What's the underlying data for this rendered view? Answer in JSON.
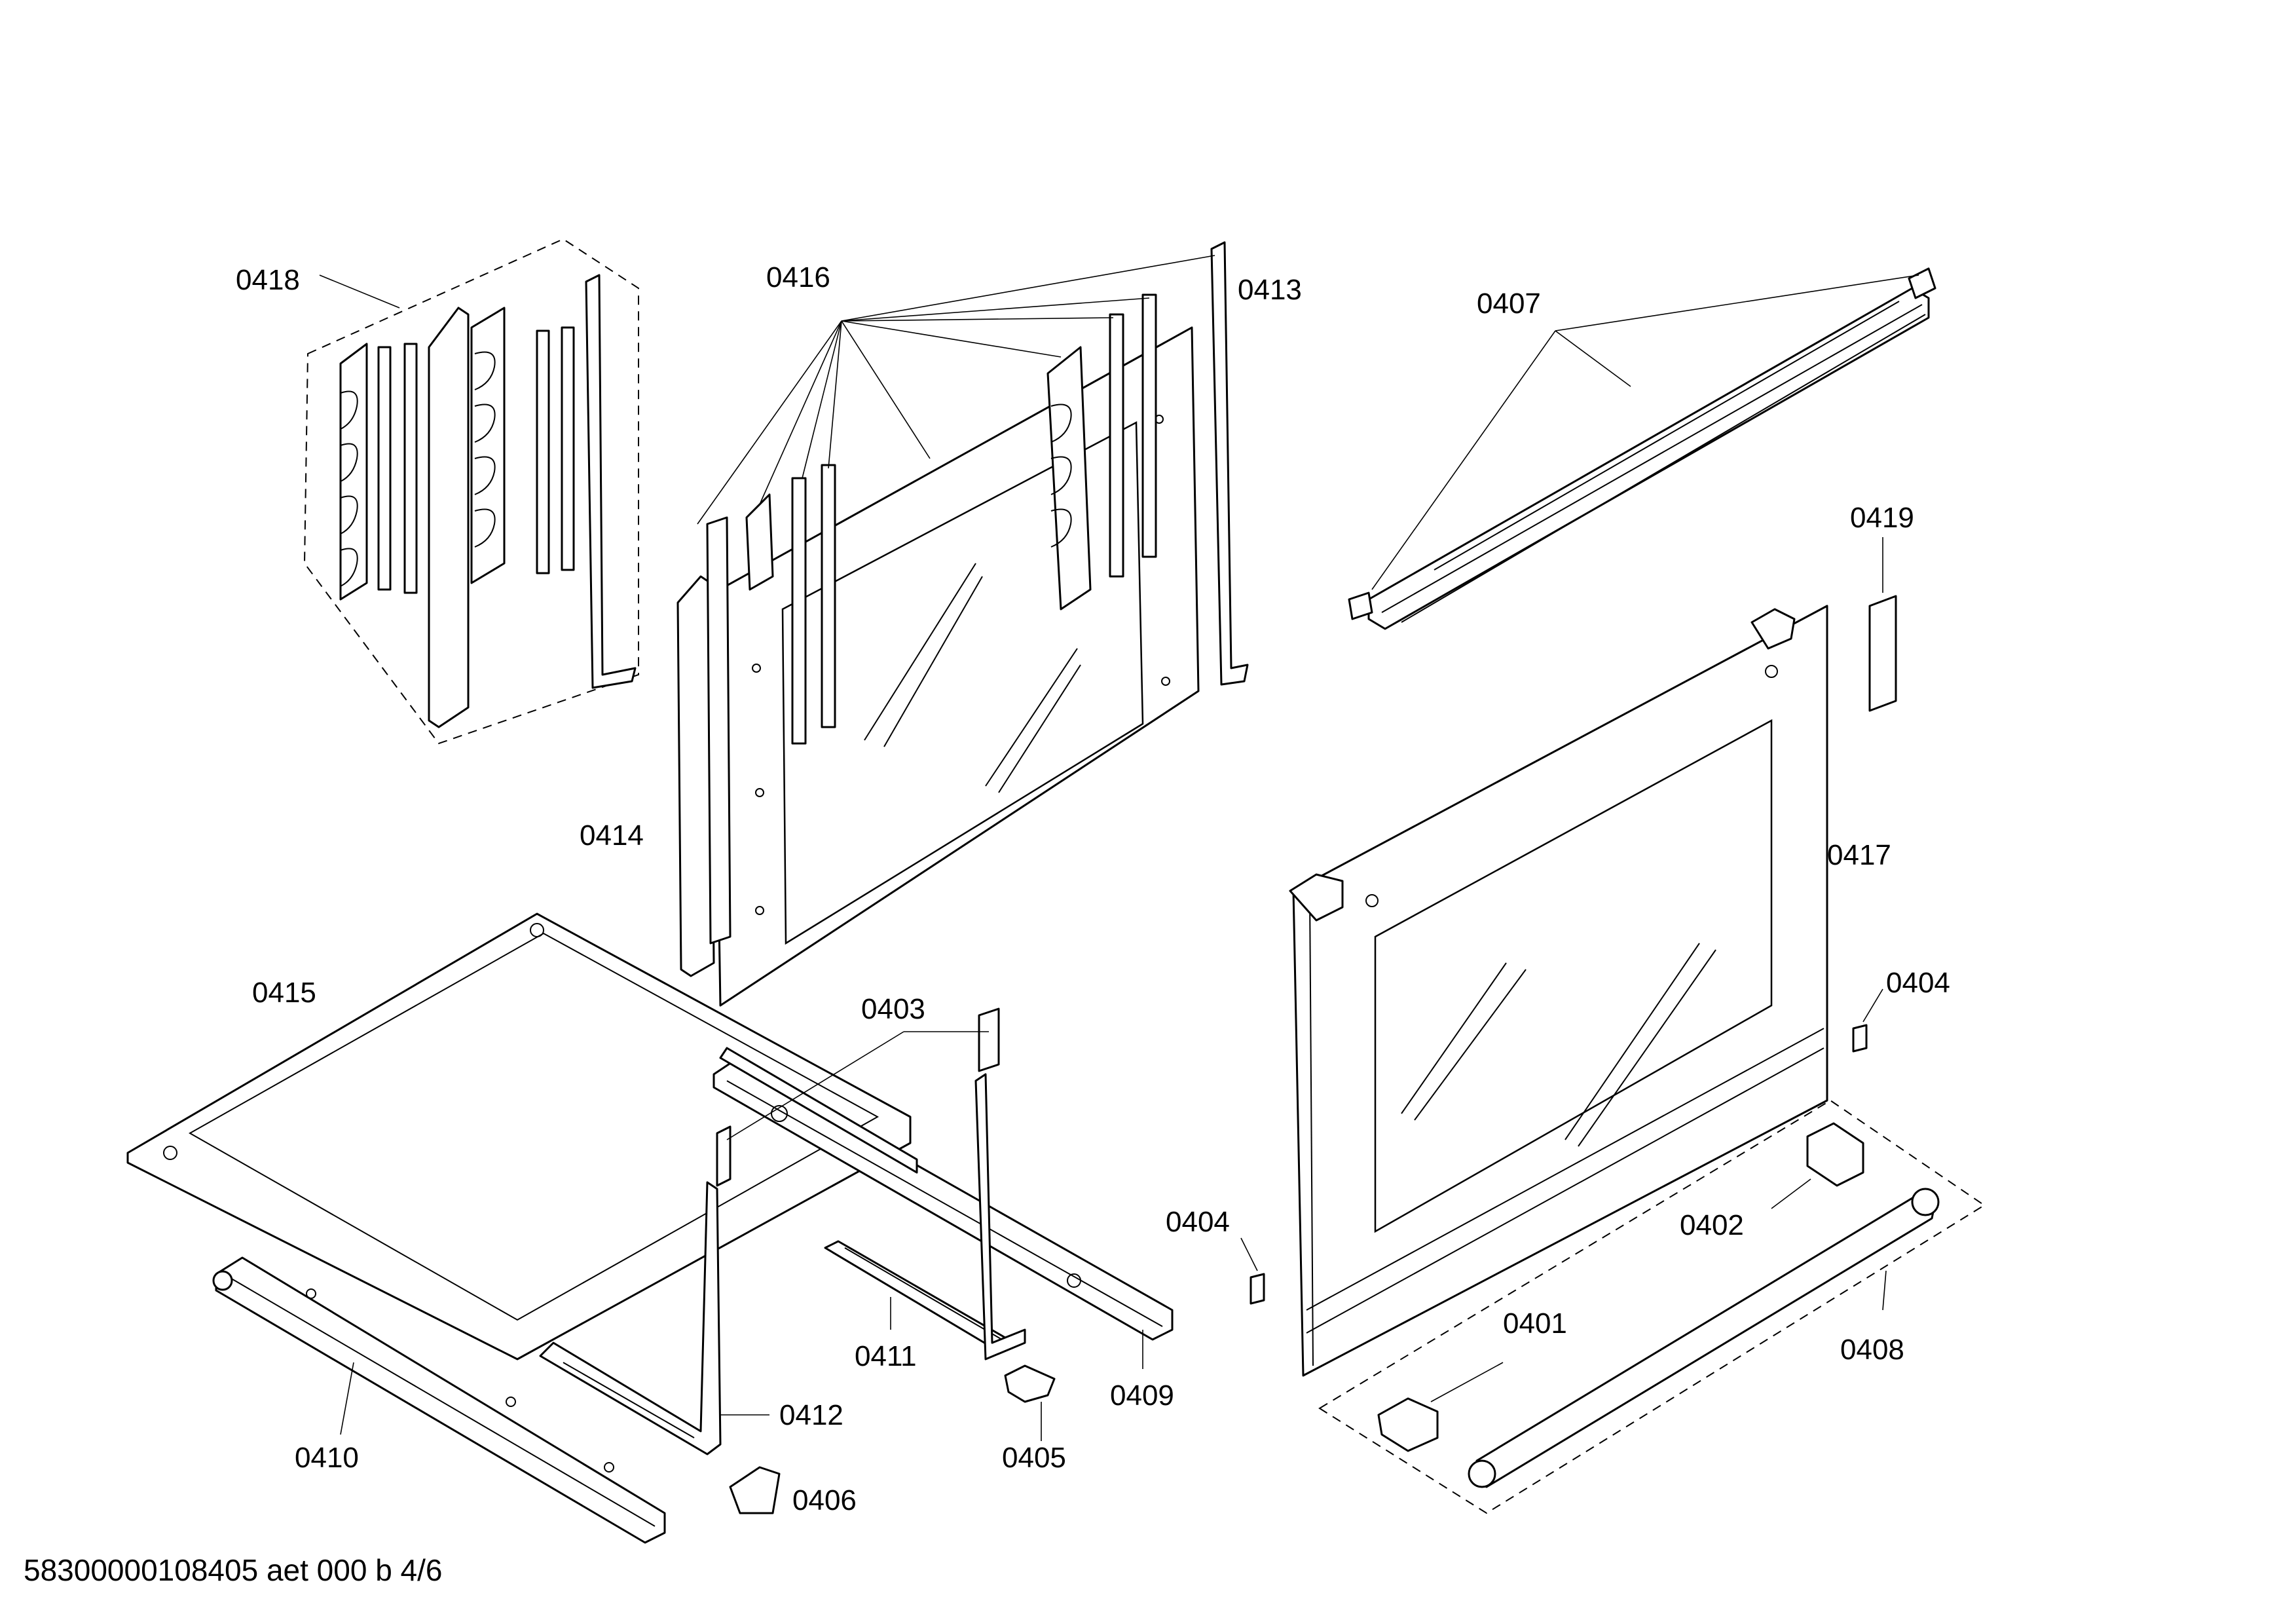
{
  "labels": {
    "p0418": "0418",
    "p0416": "0416",
    "p0413": "0413",
    "p0407": "0407",
    "p0419": "0419",
    "p0414": "0414",
    "p0417": "0417",
    "p0415": "0415",
    "p0403": "0403",
    "p0404a": "0404",
    "p0404b": "0404",
    "p0402": "0402",
    "p0401": "0401",
    "p0408": "0408",
    "p0411": "0411",
    "p0409": "0409",
    "p0412": "0412",
    "p0410": "0410",
    "p0405": "0405",
    "p0406": "0406"
  },
  "footer": {
    "doc_id": "58300000108405 aet 000 b 4/6"
  }
}
